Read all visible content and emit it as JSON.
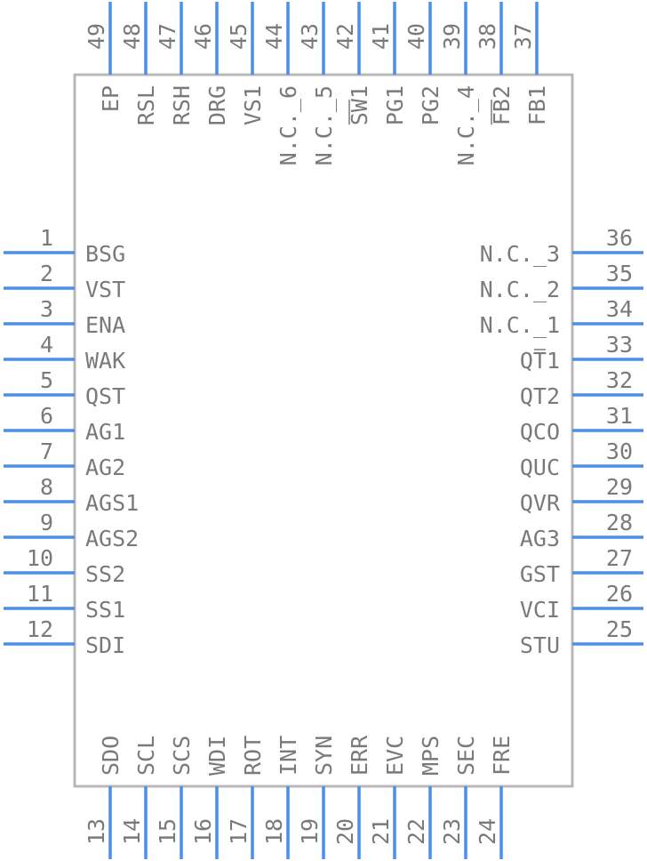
{
  "colors": {
    "pin": "#4a8fe7",
    "body": "#b8b8b8",
    "text": "#7a7a7a"
  },
  "left_pins": [
    {
      "num": "1",
      "label": "BSG"
    },
    {
      "num": "2",
      "label": "VST"
    },
    {
      "num": "3",
      "label": "ENA"
    },
    {
      "num": "4",
      "label": "WAK"
    },
    {
      "num": "5",
      "label": "QST"
    },
    {
      "num": "6",
      "label": "AG1"
    },
    {
      "num": "7",
      "label": "AG2"
    },
    {
      "num": "8",
      "label": "AGS1"
    },
    {
      "num": "9",
      "label": "AGS2"
    },
    {
      "num": "10",
      "label": "SS2"
    },
    {
      "num": "11",
      "label": "SS1"
    },
    {
      "num": "12",
      "label": "SDI"
    }
  ],
  "right_pins": [
    {
      "num": "36",
      "label": "N.C._3"
    },
    {
      "num": "35",
      "label": "N.C._2"
    },
    {
      "num": "34",
      "label": "N.C._1"
    },
    {
      "num": "33",
      "label": "QT1",
      "overline": "T"
    },
    {
      "num": "32",
      "label": "QT2"
    },
    {
      "num": "31",
      "label": "QCO"
    },
    {
      "num": "30",
      "label": "QUC"
    },
    {
      "num": "29",
      "label": "QVR"
    },
    {
      "num": "28",
      "label": "AG3"
    },
    {
      "num": "27",
      "label": "GST"
    },
    {
      "num": "26",
      "label": "VCI"
    },
    {
      "num": "25",
      "label": "STU"
    }
  ],
  "bottom_pins": [
    {
      "num": "13",
      "label": "SDO"
    },
    {
      "num": "14",
      "label": "SCL"
    },
    {
      "num": "15",
      "label": "SCS"
    },
    {
      "num": "16",
      "label": "WDI"
    },
    {
      "num": "17",
      "label": "ROT"
    },
    {
      "num": "18",
      "label": "INT"
    },
    {
      "num": "19",
      "label": "SYN"
    },
    {
      "num": "20",
      "label": "ERR"
    },
    {
      "num": "21",
      "label": "EVC"
    },
    {
      "num": "22",
      "label": "MPS"
    },
    {
      "num": "23",
      "label": "SEC"
    },
    {
      "num": "24",
      "label": "FRE"
    }
  ],
  "top_pins": [
    {
      "num": "49",
      "label": "EP"
    },
    {
      "num": "48",
      "label": "RSL"
    },
    {
      "num": "47",
      "label": "RSH"
    },
    {
      "num": "46",
      "label": "DRG"
    },
    {
      "num": "45",
      "label": "VS1"
    },
    {
      "num": "44",
      "label": "N.C._6"
    },
    {
      "num": "43",
      "label": "N.C._5"
    },
    {
      "num": "42",
      "label": "SW1",
      "overline": "SW"
    },
    {
      "num": "41",
      "label": "PG1"
    },
    {
      "num": "40",
      "label": "PG2"
    },
    {
      "num": "39",
      "label": "N.C._4"
    },
    {
      "num": "38",
      "label": "FB2",
      "overline": "FB"
    },
    {
      "num": "37",
      "label": "FB1"
    }
  ]
}
